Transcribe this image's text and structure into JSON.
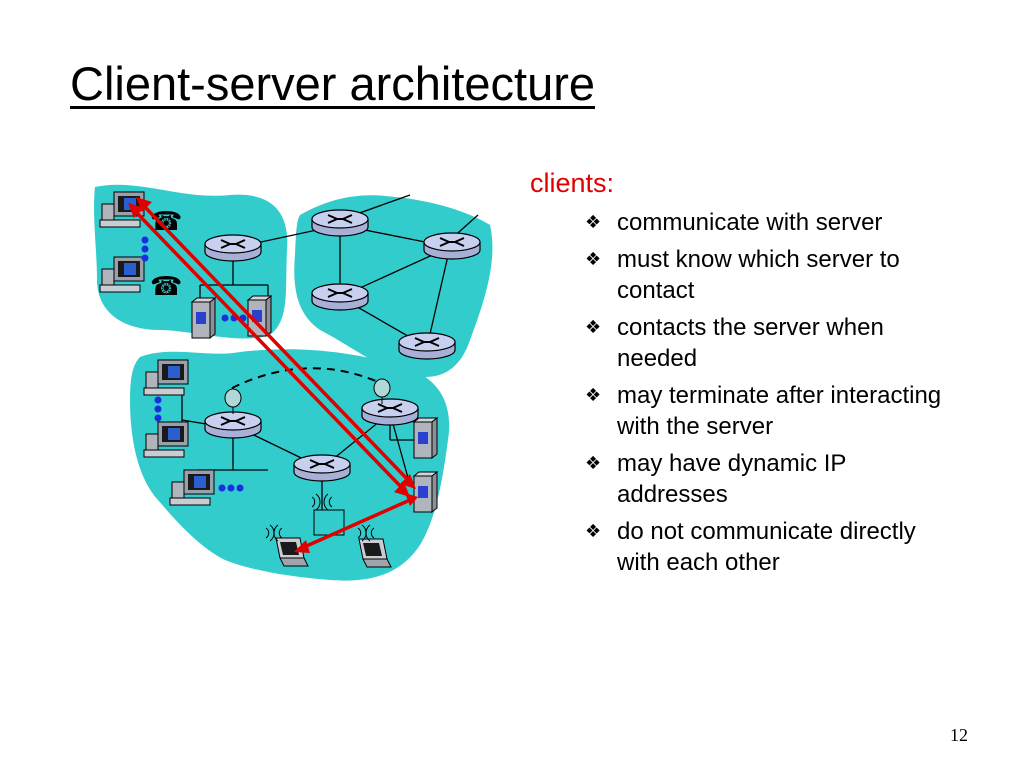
{
  "slide": {
    "title": "Client-server architecture",
    "page_number": "12"
  },
  "content": {
    "heading": "clients:",
    "bullet_glyph": "❖",
    "bullets": [
      "communicate with server",
      "must know which server to contact",
      "contacts the server when needed",
      "may terminate after interacting with the server",
      "may have dynamic IP addresses",
      "do not communicate directly with each other"
    ]
  },
  "colors": {
    "network_cloud": "#33cccc",
    "arrow": "#e00000",
    "heading": "#e00000",
    "dots": "#1a2ee0"
  },
  "diagram_icons": [
    "desktop-icon",
    "telephone-icon",
    "router-icon",
    "server-icon",
    "laptop-icon",
    "satellite-dish-icon",
    "wireless-icon"
  ]
}
